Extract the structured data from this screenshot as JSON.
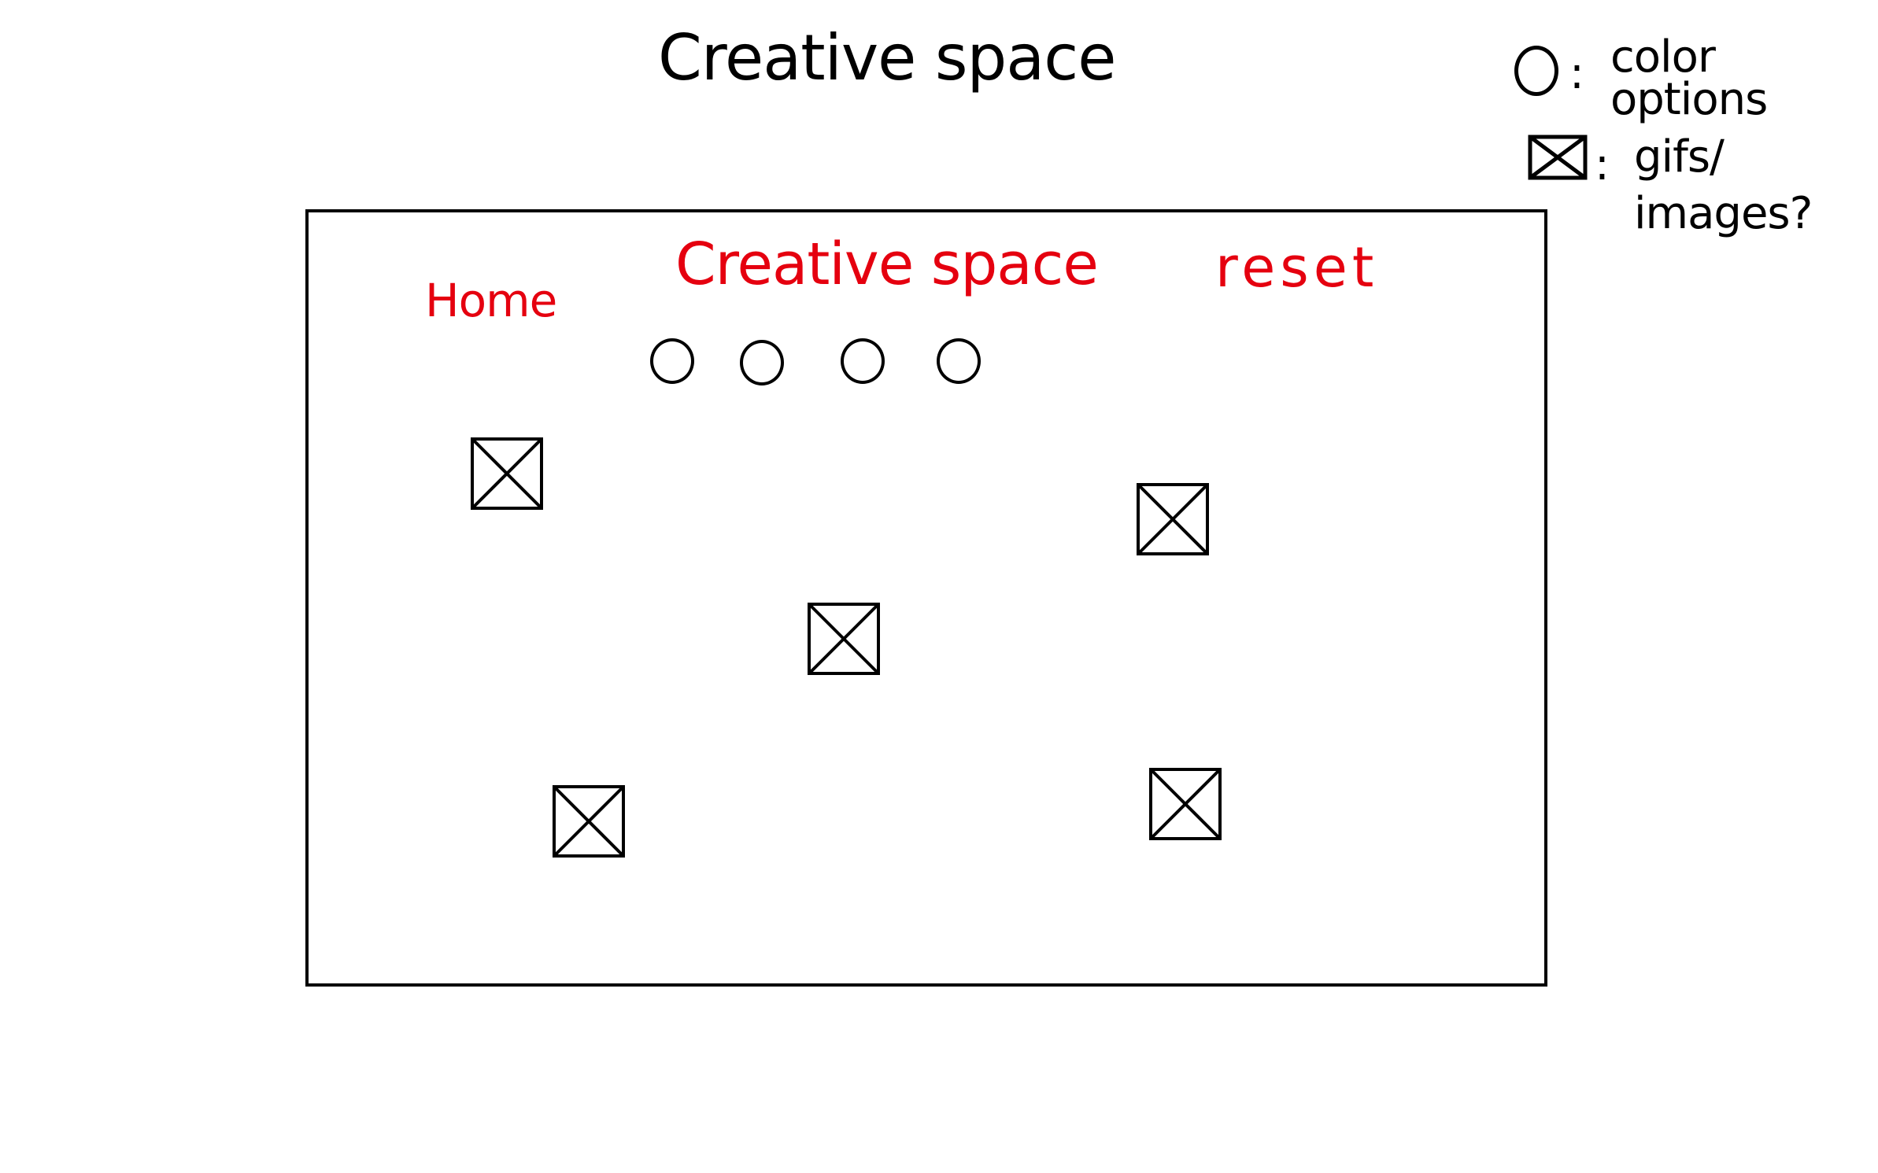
{
  "sketch": {
    "title": "Creative space"
  },
  "legend": {
    "circle_separator": ":",
    "circle_label": "color options",
    "box_separator": ":",
    "box_label": "gifs/ images?"
  },
  "mockup": {
    "nav": {
      "home_label": "Home",
      "title": "Creative space",
      "reset_label": "reset"
    },
    "color_options_count": 4,
    "image_placeholders_count": 5
  },
  "colors": {
    "ink": "#000000",
    "accent_red": "#e5000f",
    "background": "#ffffff"
  }
}
